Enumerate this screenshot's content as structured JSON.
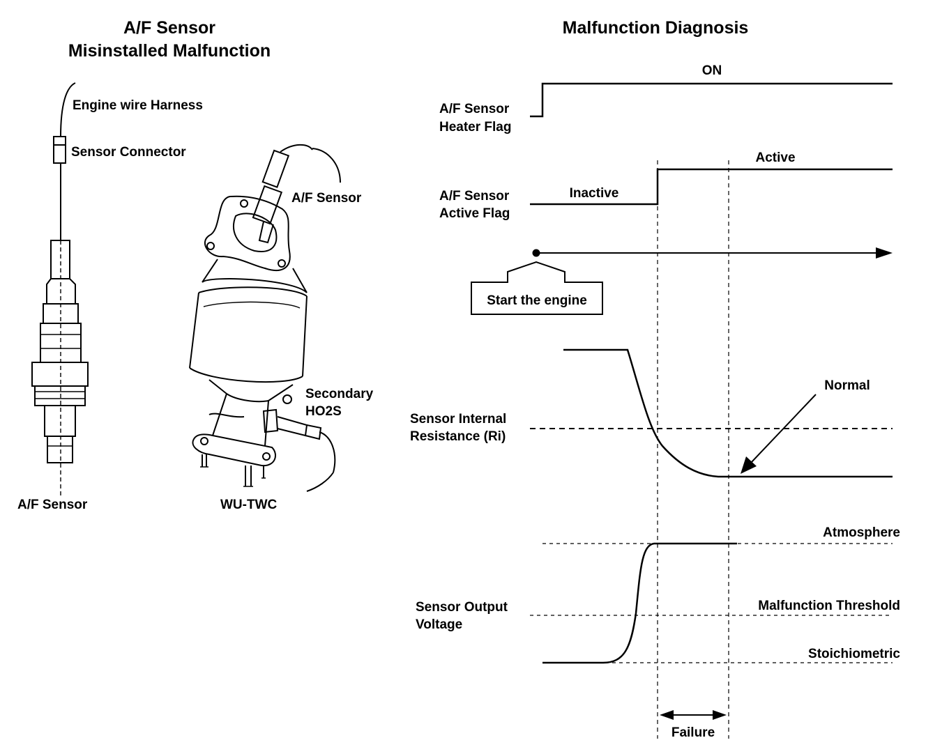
{
  "left_panel": {
    "title_line1": "A/F Sensor",
    "title_line2": "Misinstalled Malfunction",
    "engine_wire_harness": "Engine wire Harness",
    "sensor_connector": "Sensor Connector",
    "af_sensor_bottom": "A/F Sensor",
    "af_sensor_catalyst": "A/F Sensor",
    "secondary_line1": "Secondary",
    "secondary_line2": "HO2S",
    "wu_twc": "WU-TWC"
  },
  "right_panel": {
    "title": "Malfunction Diagnosis",
    "heater_flag": {
      "line1": "A/F Sensor",
      "line2": "Heater Flag",
      "state": "ON"
    },
    "active_flag": {
      "line1": "A/F Sensor",
      "line2": "Active Flag",
      "inactive": "Inactive",
      "active": "Active"
    },
    "start_engine": "Start the engine",
    "resistance": {
      "line1": "Sensor Internal",
      "line2": "Resistance (Ri)",
      "normal": "Normal"
    },
    "voltage": {
      "line1": "Sensor Output",
      "line2": "Voltage",
      "atmosphere": "Atmosphere",
      "threshold": "Malfunction Threshold",
      "stoichiometric": "Stoichiometric"
    },
    "failure": "Failure"
  }
}
